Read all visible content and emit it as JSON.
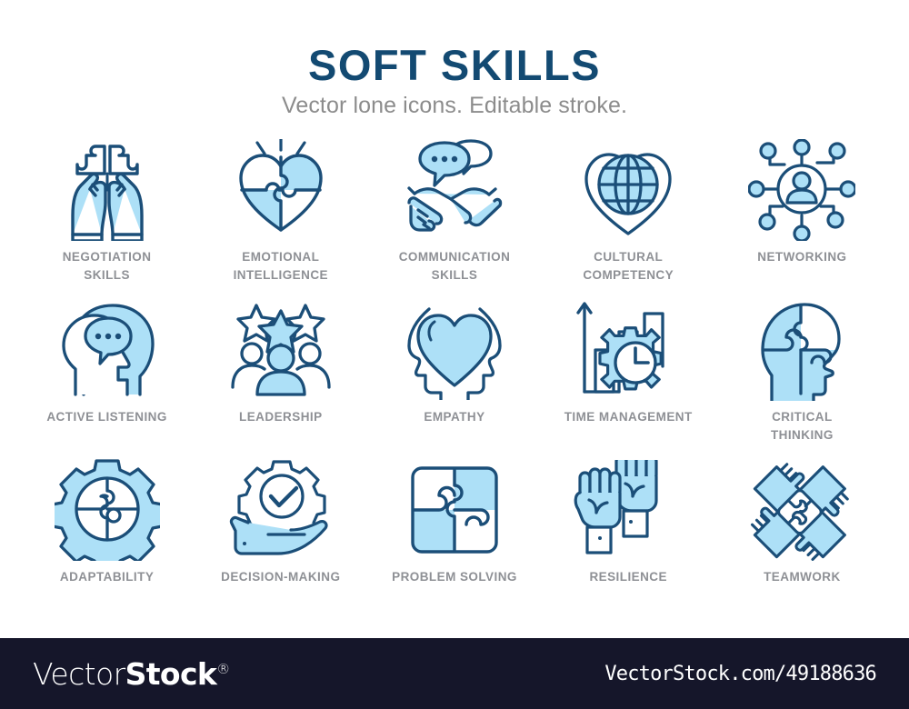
{
  "header": {
    "title": "SOFT SKILLS",
    "subtitle": "Vector lone icons. Editable stroke."
  },
  "colors": {
    "title": "#134a72",
    "subtitle": "#8c8c8c",
    "stroke": "#1b4e78",
    "fill": "#ade0f7",
    "caption": "#8e9095",
    "footer_bg": "#15162a",
    "footer_text": "#ffffff",
    "background": "#ffffff"
  },
  "icons": [
    {
      "id": "negotiation-skills",
      "icon": "two-hands-puzzle-icon",
      "label": "NEGOTIATION\nSKILLS"
    },
    {
      "id": "emotional-intelligence",
      "icon": "heart-puzzle-icon",
      "label": "EMOTIONAL\nINTELLIGENCE"
    },
    {
      "id": "communication-skills",
      "icon": "handshake-speech-bubble-icon",
      "label": "COMMUNICATION\nSKILLS"
    },
    {
      "id": "cultural-competency",
      "icon": "globe-in-heart-icon",
      "label": "CULTURAL\nCOMPETENCY"
    },
    {
      "id": "networking",
      "icon": "network-nodes-person-icon",
      "label": "NETWORKING"
    },
    {
      "id": "active-listening",
      "icon": "two-heads-speech-bubble-icon",
      "label": "ACTIVE LISTENING"
    },
    {
      "id": "leadership",
      "icon": "three-stars-three-people-icon",
      "label": "LEADERSHIP"
    },
    {
      "id": "empathy",
      "icon": "two-heads-heart-icon",
      "label": "EMPATHY"
    },
    {
      "id": "time-management",
      "icon": "bar-chart-gear-clock-icon",
      "label": "TIME MANAGEMENT"
    },
    {
      "id": "critical-thinking",
      "icon": "head-puzzle-icon",
      "label": "CRITICAL\nTHINKING"
    },
    {
      "id": "adaptability",
      "icon": "gear-puzzle-icon",
      "label": "ADAPTABILITY"
    },
    {
      "id": "decision-making",
      "icon": "hand-gear-check-icon",
      "label": "DECISION-MAKING"
    },
    {
      "id": "problem-solving",
      "icon": "four-puzzle-pieces-icon",
      "label": "PROBLEM SOLVING"
    },
    {
      "id": "resilience",
      "icon": "two-raised-fists-icon",
      "label": "RESILIENCE"
    },
    {
      "id": "teamwork",
      "icon": "four-hands-puzzle-icon",
      "label": "TEAMWORK"
    }
  ],
  "footer": {
    "brand_light": "Vector",
    "brand_bold": "Stock",
    "brand_registered": "®",
    "url": "VectorStock.com/49188636"
  }
}
